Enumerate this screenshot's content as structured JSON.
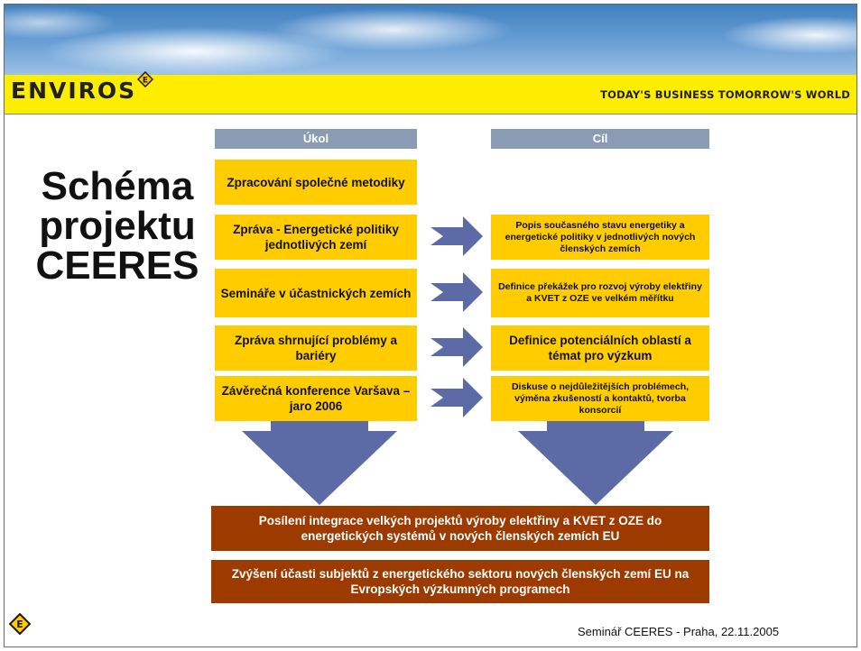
{
  "brand": {
    "logo_text": "ENVIROS",
    "logo_mark_letter": "E",
    "tagline": "TODAY'S BUSINESS TOMORROW'S WORLD"
  },
  "title_lines": [
    "Schéma",
    "projektu",
    "CEERES"
  ],
  "columns": {
    "task_header": "Úkol",
    "goal_header": "Cíl"
  },
  "tasks": [
    "Zpracování společné metodiky",
    "Zpráva - Energetické politiky jednotlivých zemí",
    "Semináře v účastnických zemích",
    "Zpráva shrnující problémy a bariéry",
    "Závěrečná konference Varšava – jaro 2006"
  ],
  "goals": [
    "Popis současného stavu energetiky a energetické politiky v jednotlivých nových členských zemích",
    "Definice překážek pro rozvoj výroby elektřiny a KVET z OZE ve velkém měřítku",
    "Definice potenciálních oblastí a témat pro výzkum",
    "Diskuse o nejdůležitějších problémech, výměna zkušeností a kontaktů, tvorba konsorcií"
  ],
  "results": [
    "Posílení integrace velkých projektů výroby elektřiny a KVET z OZE do energetických systémů v nových členských zemích EU",
    "Zvýšení účasti subjektů z energetického sektoru nových členských zemí EU na Evropských výzkumných programech"
  ],
  "footer": "Seminář CEERES - Praha, 22.11.2005",
  "colors": {
    "task_box": "#ffcc00",
    "header_bar": "#8a9bb4",
    "arrow": "#5c6ba6",
    "result_box": "#9c3a00",
    "brand_bar": "#ffed00"
  }
}
